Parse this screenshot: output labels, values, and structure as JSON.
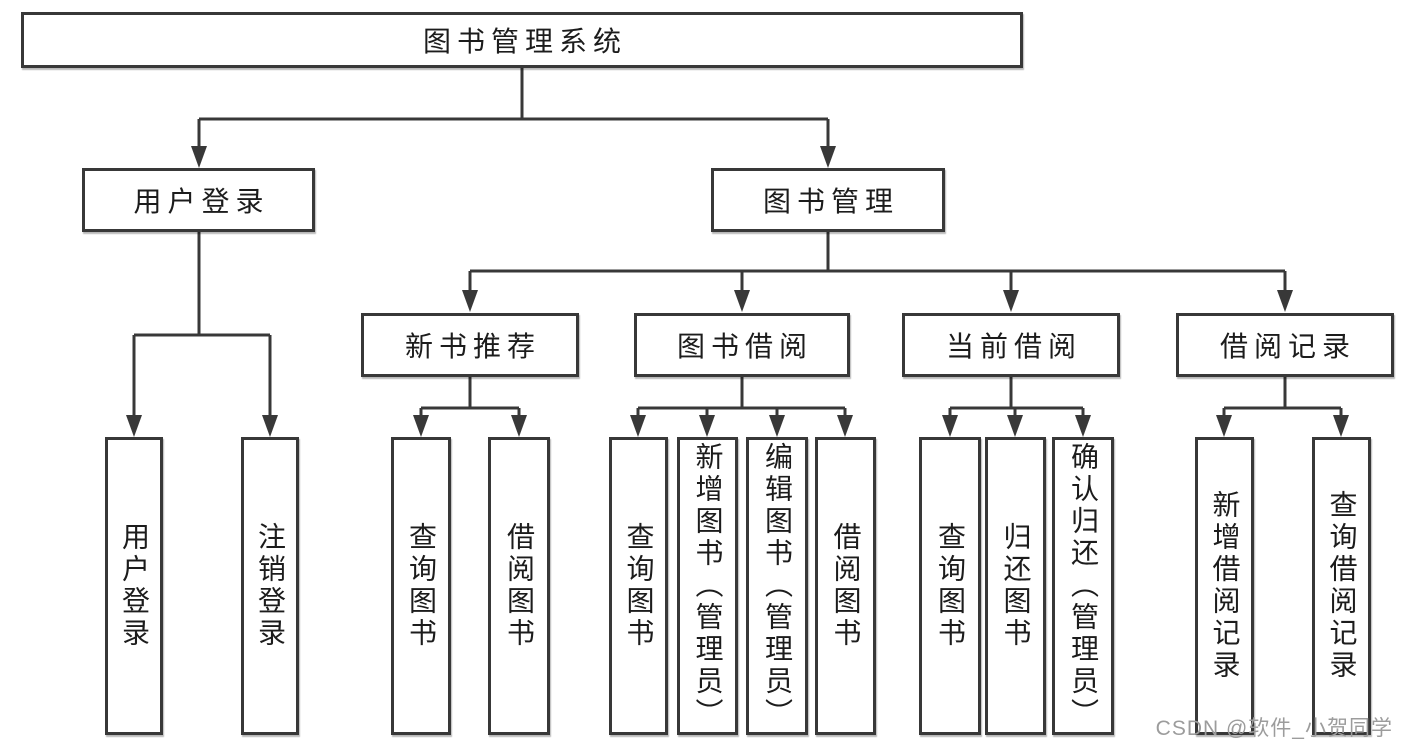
{
  "tree": {
    "root": {
      "label": "图书管理系统",
      "children": [
        {
          "label": "用户登录",
          "children": [
            {
              "label": "用户登录"
            },
            {
              "label": "注销登录"
            }
          ]
        },
        {
          "label": "图书管理",
          "children": [
            {
              "label": "新书推荐",
              "children": [
                {
                  "label": "查询图书"
                },
                {
                  "label": "借阅图书"
                }
              ]
            },
            {
              "label": "图书借阅",
              "children": [
                {
                  "label": "查询图书"
                },
                {
                  "label": "新增图书（管理员）"
                },
                {
                  "label": "编辑图书（管理员）"
                },
                {
                  "label": "借阅图书"
                }
              ]
            },
            {
              "label": "当前借阅",
              "children": [
                {
                  "label": "查询图书"
                },
                {
                  "label": "归还图书"
                },
                {
                  "label": "确认归还（管理员）"
                }
              ]
            },
            {
              "label": "借阅记录",
              "children": [
                {
                  "label": "新增借阅记录"
                },
                {
                  "label": "查询借阅记录"
                }
              ]
            }
          ]
        }
      ]
    }
  },
  "watermark": {
    "text": "CSDN @软件_小贺同学"
  },
  "colors": {
    "line": "#383838",
    "box_border": "#383838",
    "text": "#1c1c1c",
    "background": "#ffffff",
    "watermark": "#9c9c9c"
  }
}
